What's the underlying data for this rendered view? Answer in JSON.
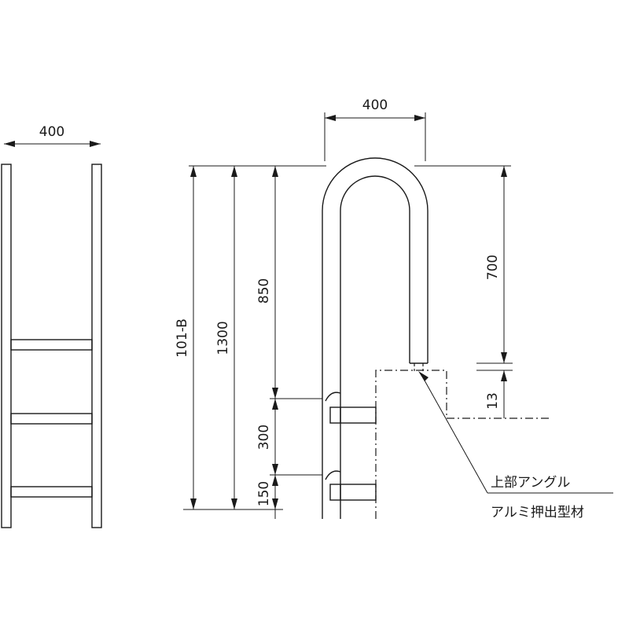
{
  "left_view": {
    "width_dim": "400"
  },
  "right_view": {
    "top_width_dim": "400",
    "total_height_dim": "101-B",
    "height_1300": "1300",
    "height_850": "850",
    "height_300": "300",
    "height_150": "150",
    "height_700": "700",
    "height_13": "13"
  },
  "callouts": {
    "upper_angle": "上部アングル",
    "aluminum_extrusion": "アルミ押出型材"
  }
}
